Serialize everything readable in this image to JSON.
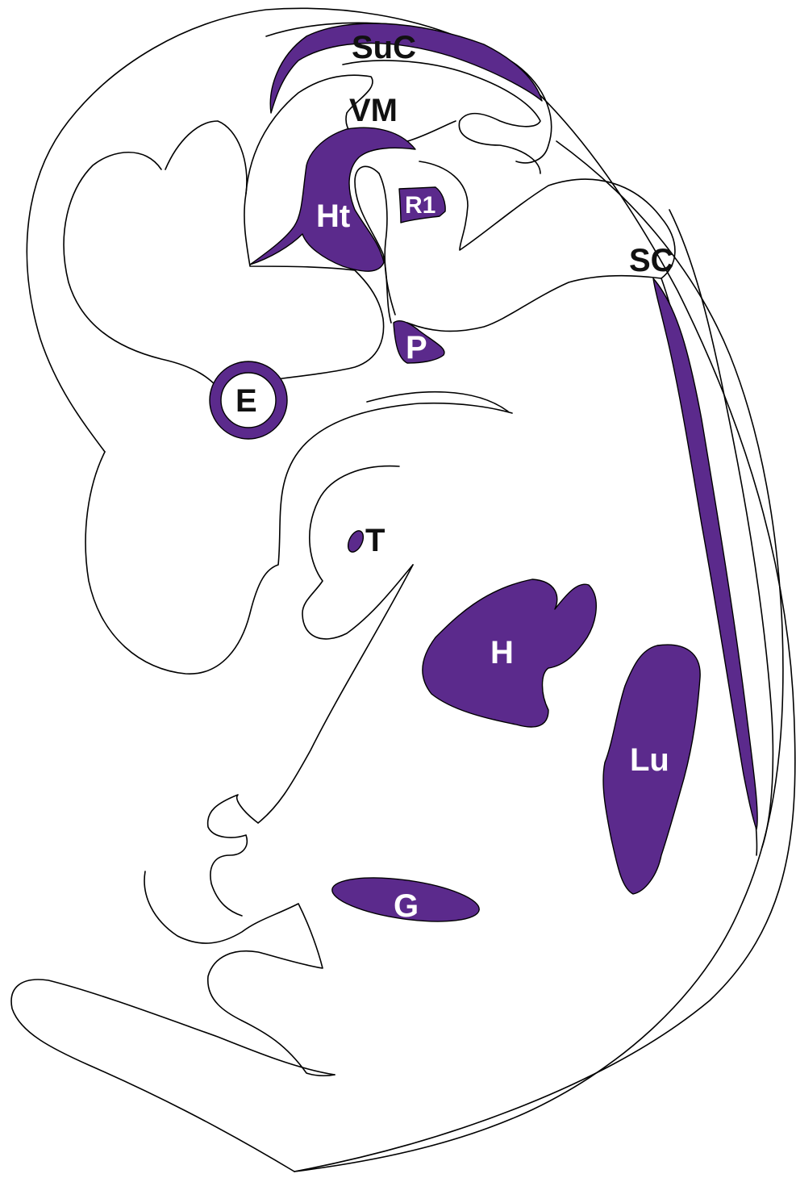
{
  "colors": {
    "region": "#5b2a8c",
    "outline": "#000000",
    "background": "#ffffff"
  },
  "labels": {
    "suc": "SuC",
    "vm": "VM",
    "ht": "Ht",
    "r1": "R1",
    "sc": "SC",
    "p": "P",
    "e": "E",
    "t": "T",
    "h": "H",
    "lu": "Lu",
    "g": "G"
  }
}
